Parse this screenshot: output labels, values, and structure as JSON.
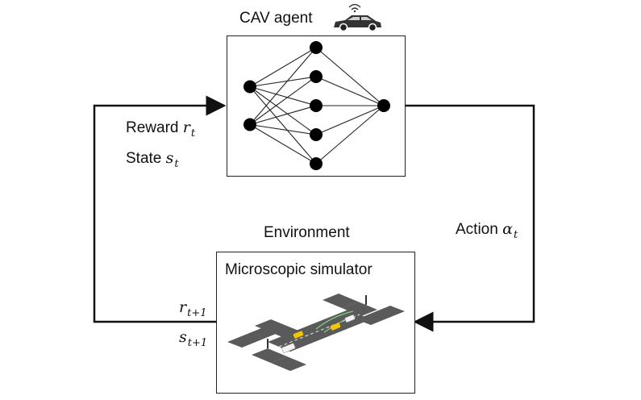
{
  "agent": {
    "title": "CAV agent",
    "icon": "connected-car-icon"
  },
  "environment": {
    "title": "Environment",
    "simulator_label": "Microscopic simulator",
    "icon": "intersection-traffic-scene"
  },
  "feedback": {
    "reward": {
      "word": "Reward",
      "symbol": "r",
      "sub": "t"
    },
    "state": {
      "word": "State",
      "symbol": "s",
      "sub": "t"
    },
    "next_reward": {
      "symbol": "r",
      "sub": "t+1"
    },
    "next_state": {
      "symbol": "s",
      "sub": "t+1"
    }
  },
  "action": {
    "word": "Action",
    "symbol": "α",
    "sub": "t"
  },
  "network": {
    "layers": [
      2,
      5,
      1
    ]
  },
  "colors": {
    "line": "#111111",
    "node": "#000000",
    "road": "#5a5a5a",
    "lane": "#e8e8e8"
  }
}
